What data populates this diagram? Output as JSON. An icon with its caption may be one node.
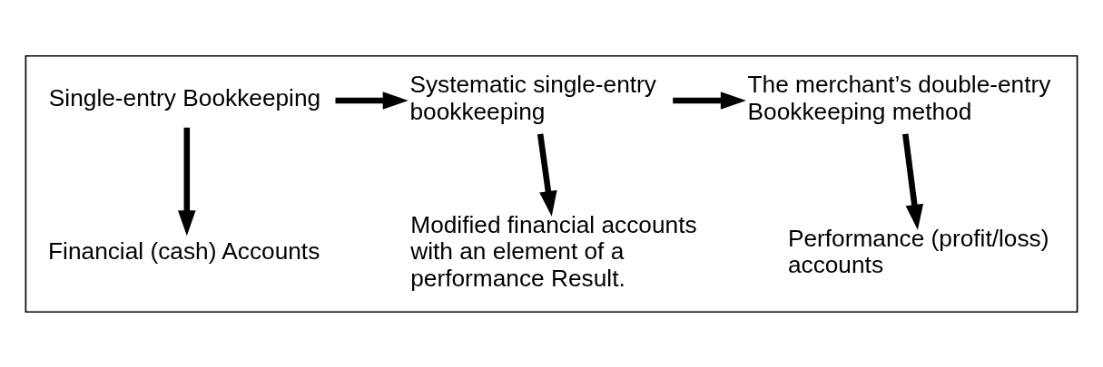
{
  "diagram": {
    "nodes": [
      {
        "text": [],
        "shape": "box"
      },
      {
        "text": [
          "Single-entry Bookkeeping"
        ],
        "in": 0
      },
      {
        "text": [
          "Systematic single-entry bookkeeping"
        ],
        "in": 0
      },
      {
        "text": [
          "The merchant’s double-entry Bookkeeping method"
        ],
        "in": 0
      },
      {
        "text": [
          "Financial (cash) Accounts"
        ],
        "in": 0
      },
      {
        "text": [
          "Modified financial accounts with an element of a performance Result."
        ],
        "in": 0
      },
      {
        "text": [
          "Performance (profit/loss) accounts"
        ],
        "in": 0
      }
    ],
    "edges": [
      {
        "from": 1,
        "to": 2,
        "arrow": "to"
      },
      {
        "from": 2,
        "to": 3,
        "arrow": "to"
      },
      {
        "from": 1,
        "to": 4,
        "arrow": "to"
      },
      {
        "from": 2,
        "to": 5,
        "arrow": "to"
      },
      {
        "from": 3,
        "to": 6,
        "arrow": "to"
      }
    ]
  }
}
